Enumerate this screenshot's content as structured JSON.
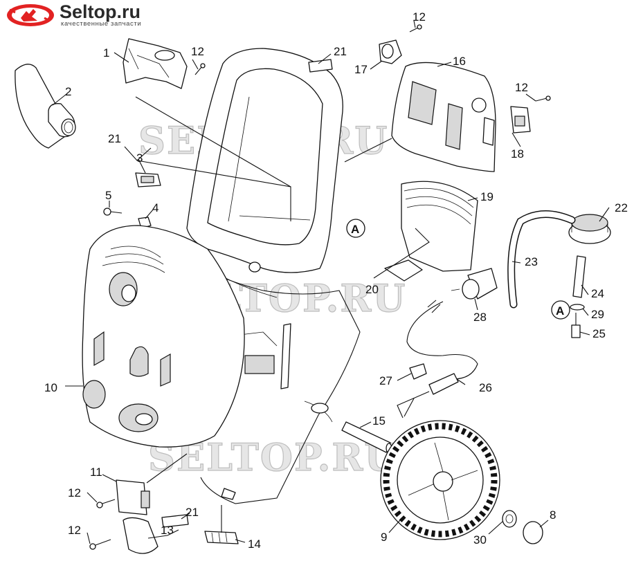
{
  "logo": {
    "name": "Seltop.ru",
    "tagline": "качественные запчасти",
    "brand_color": "#e22222"
  },
  "watermark": "SELTOP.RU",
  "connector_marker": "A",
  "callouts": [
    {
      "id": "c1",
      "label": "1"
    },
    {
      "id": "c2",
      "label": "2"
    },
    {
      "id": "c3",
      "label": "3"
    },
    {
      "id": "c4",
      "label": "4"
    },
    {
      "id": "c5",
      "label": "5"
    },
    {
      "id": "c8",
      "label": "8"
    },
    {
      "id": "c9",
      "label": "9"
    },
    {
      "id": "c10",
      "label": "10"
    },
    {
      "id": "c11",
      "label": "11"
    },
    {
      "id": "c12a",
      "label": "12"
    },
    {
      "id": "c12b",
      "label": "12"
    },
    {
      "id": "c12c",
      "label": "12"
    },
    {
      "id": "c12d",
      "label": "12"
    },
    {
      "id": "c12e",
      "label": "12"
    },
    {
      "id": "c13",
      "label": "13"
    },
    {
      "id": "c14",
      "label": "14"
    },
    {
      "id": "c15",
      "label": "15"
    },
    {
      "id": "c16",
      "label": "16"
    },
    {
      "id": "c17",
      "label": "17"
    },
    {
      "id": "c18",
      "label": "18"
    },
    {
      "id": "c19",
      "label": "19"
    },
    {
      "id": "c20",
      "label": "20"
    },
    {
      "id": "c21a",
      "label": "21"
    },
    {
      "id": "c21b",
      "label": "21"
    },
    {
      "id": "c21c",
      "label": "21"
    },
    {
      "id": "c22",
      "label": "22"
    },
    {
      "id": "c23",
      "label": "23"
    },
    {
      "id": "c24",
      "label": "24"
    },
    {
      "id": "c25",
      "label": "25"
    },
    {
      "id": "c26",
      "label": "26"
    },
    {
      "id": "c27",
      "label": "27"
    },
    {
      "id": "c28",
      "label": "28"
    },
    {
      "id": "c29",
      "label": "29"
    },
    {
      "id": "c30",
      "label": "30"
    }
  ]
}
